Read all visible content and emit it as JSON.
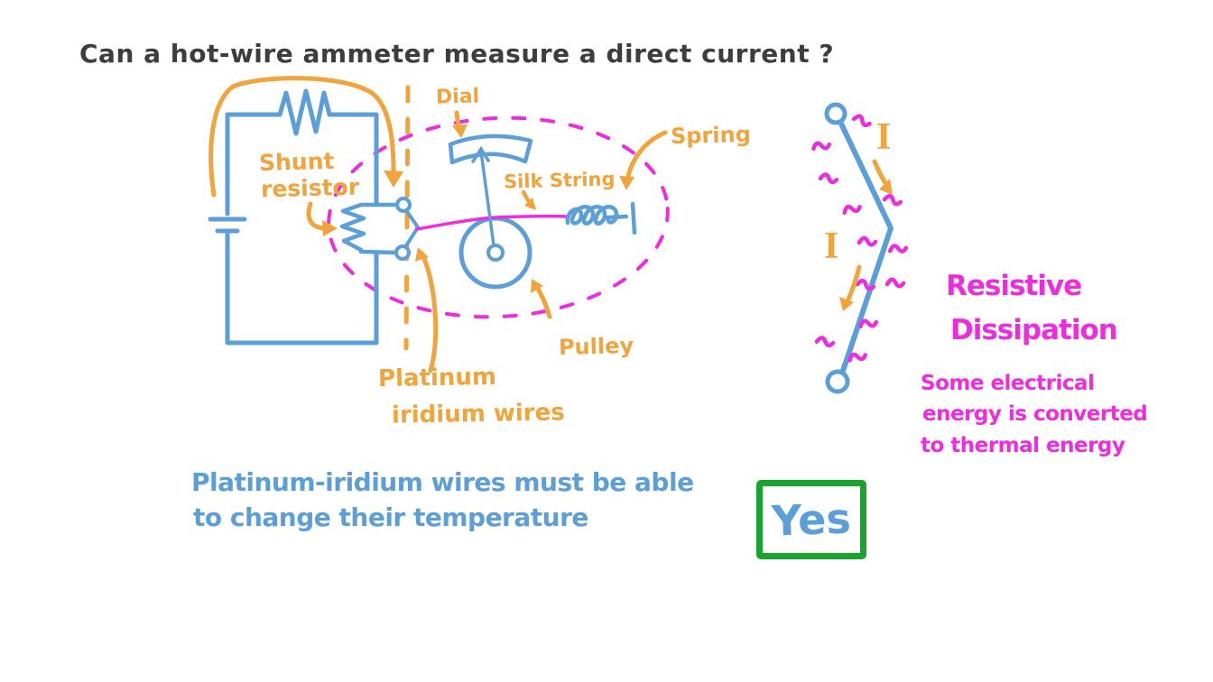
{
  "title": "Can a hot-wire ammeter measure a direct current ?",
  "colors": {
    "ink": "#3d3d3d",
    "orange": "#f1a33c",
    "blue": "#5c9fd8",
    "magenta": "#ef2be0",
    "green": "#17a52f"
  },
  "circuit_labels": {
    "shunt_resistor_line1": "Shunt",
    "shunt_resistor_line2": "resistor",
    "dial": "Dial",
    "silk_string": "Silk String",
    "spring": "Spring",
    "pulley": "Pulley",
    "platinum_line1": "Platinum",
    "platinum_line2": "iridium wires"
  },
  "hot_wire_figure": {
    "current_top": "I",
    "current_bottom": "I",
    "heading_line1": "Resistive",
    "heading_line2": "Dissipation",
    "note_line1": "Some electrical",
    "note_line2": "energy is converted",
    "note_line3": "to thermal energy"
  },
  "conclusion": {
    "statement_line1": "Platinum-iridium wires must be able",
    "statement_line2": "to change their temperature",
    "answer": "Yes"
  }
}
